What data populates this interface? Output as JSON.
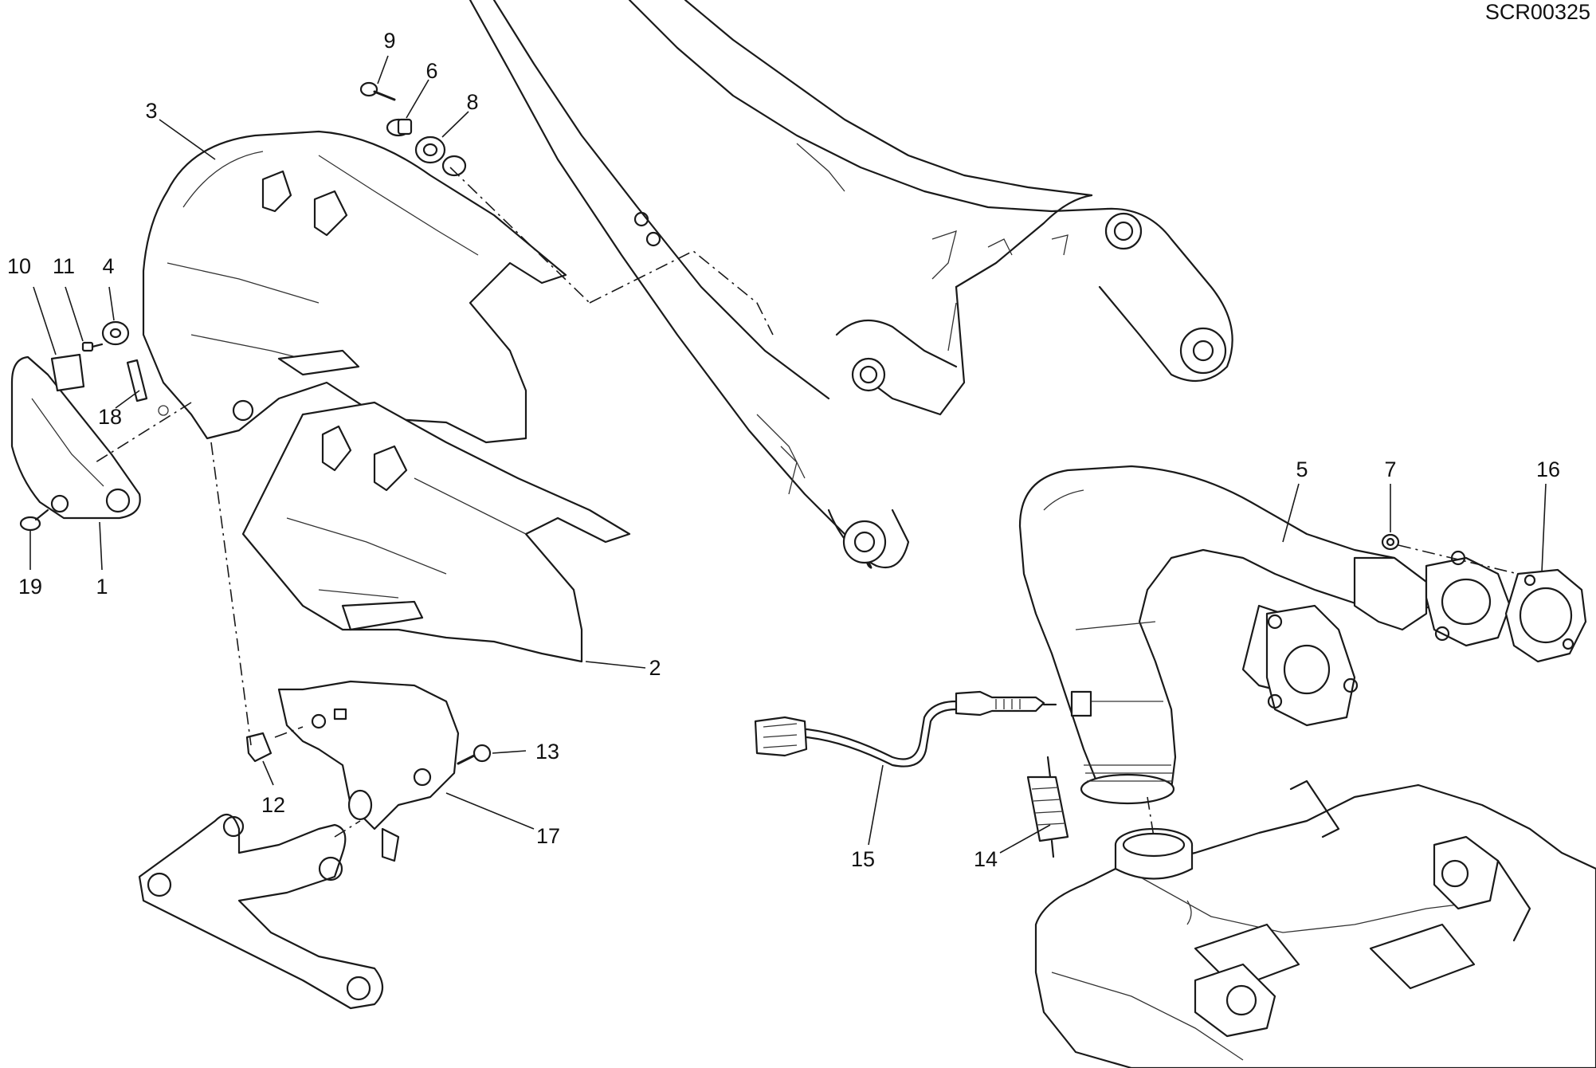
{
  "diagram": {
    "code": "SCR00325",
    "callouts": [
      "1",
      "2",
      "3",
      "4",
      "5",
      "6",
      "7",
      "8",
      "9",
      "10",
      "11",
      "12",
      "13",
      "14",
      "15",
      "16",
      "17",
      "18",
      "19"
    ]
  }
}
